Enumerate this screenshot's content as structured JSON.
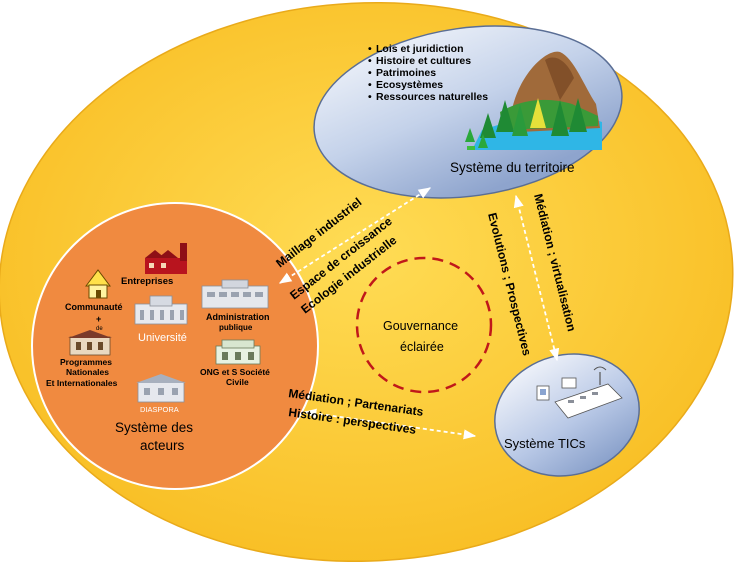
{
  "territory": {
    "items": [
      "Lois et juridiction",
      "Histoire et cultures",
      "Patrimoines",
      "Ecosystèmes",
      "Ressources naturelles"
    ],
    "title": "Système du territoire"
  },
  "actors": {
    "title_line1": "Système des",
    "title_line2": "acteurs",
    "entreprises": "Entreprises",
    "communaute": "Communauté",
    "universite": "Université",
    "admin_line1": "Administration",
    "admin_line2": "publique",
    "prog_line1": "Programmes",
    "prog_line2": "Nationales",
    "prog_line3": "Et Internationales",
    "ong_line1": "ONG et S Société",
    "ong_line2": "Civile",
    "diaspora": "DIASPORA"
  },
  "tic": {
    "title": "Système TICs"
  },
  "center": {
    "line1": "Gouvernance",
    "line2": "éclairée"
  },
  "arrows": {
    "maillage": "Maillage industriel",
    "espace": "Espace de croissance",
    "ecologie": "Ecologie industrielle",
    "mediation_virt": "Médiation ; virtualisation",
    "evolutions": "Evolutions ; Prospectives",
    "mediation_part": "Médiation ; Partenariats",
    "histoire": "Histoire : perspectives"
  },
  "colors": {
    "outer": "#ffcc33",
    "actors": "#f08a40",
    "bubble_light": "#f4f6fb",
    "bubble_dark": "#8fa6cf",
    "dashed": "#c0181a"
  }
}
